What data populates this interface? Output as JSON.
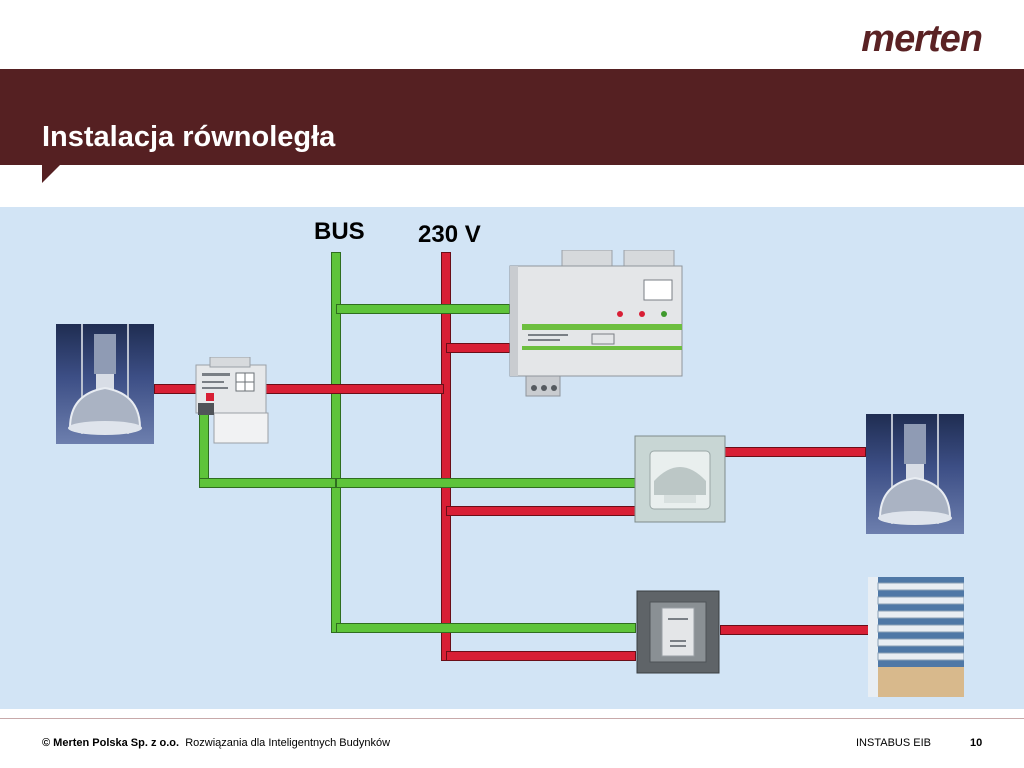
{
  "brand": {
    "logo_text": "merten"
  },
  "slide": {
    "title": "Instalacja równoległa"
  },
  "diagram": {
    "bus_label": "BUS",
    "power_label": "230 V"
  },
  "footer": {
    "company": "© Merten Polska Sp. z o.o.",
    "tagline": "Rozwiązania dla Inteligentnych Budynków",
    "product": "INSTABUS EIB",
    "page_number": "10"
  },
  "colors": {
    "brand_maroon": "#552022",
    "bus_wire": "#5ec43a",
    "power_wire": "#d81f35",
    "diagram_bg": "#d2e4f5"
  }
}
